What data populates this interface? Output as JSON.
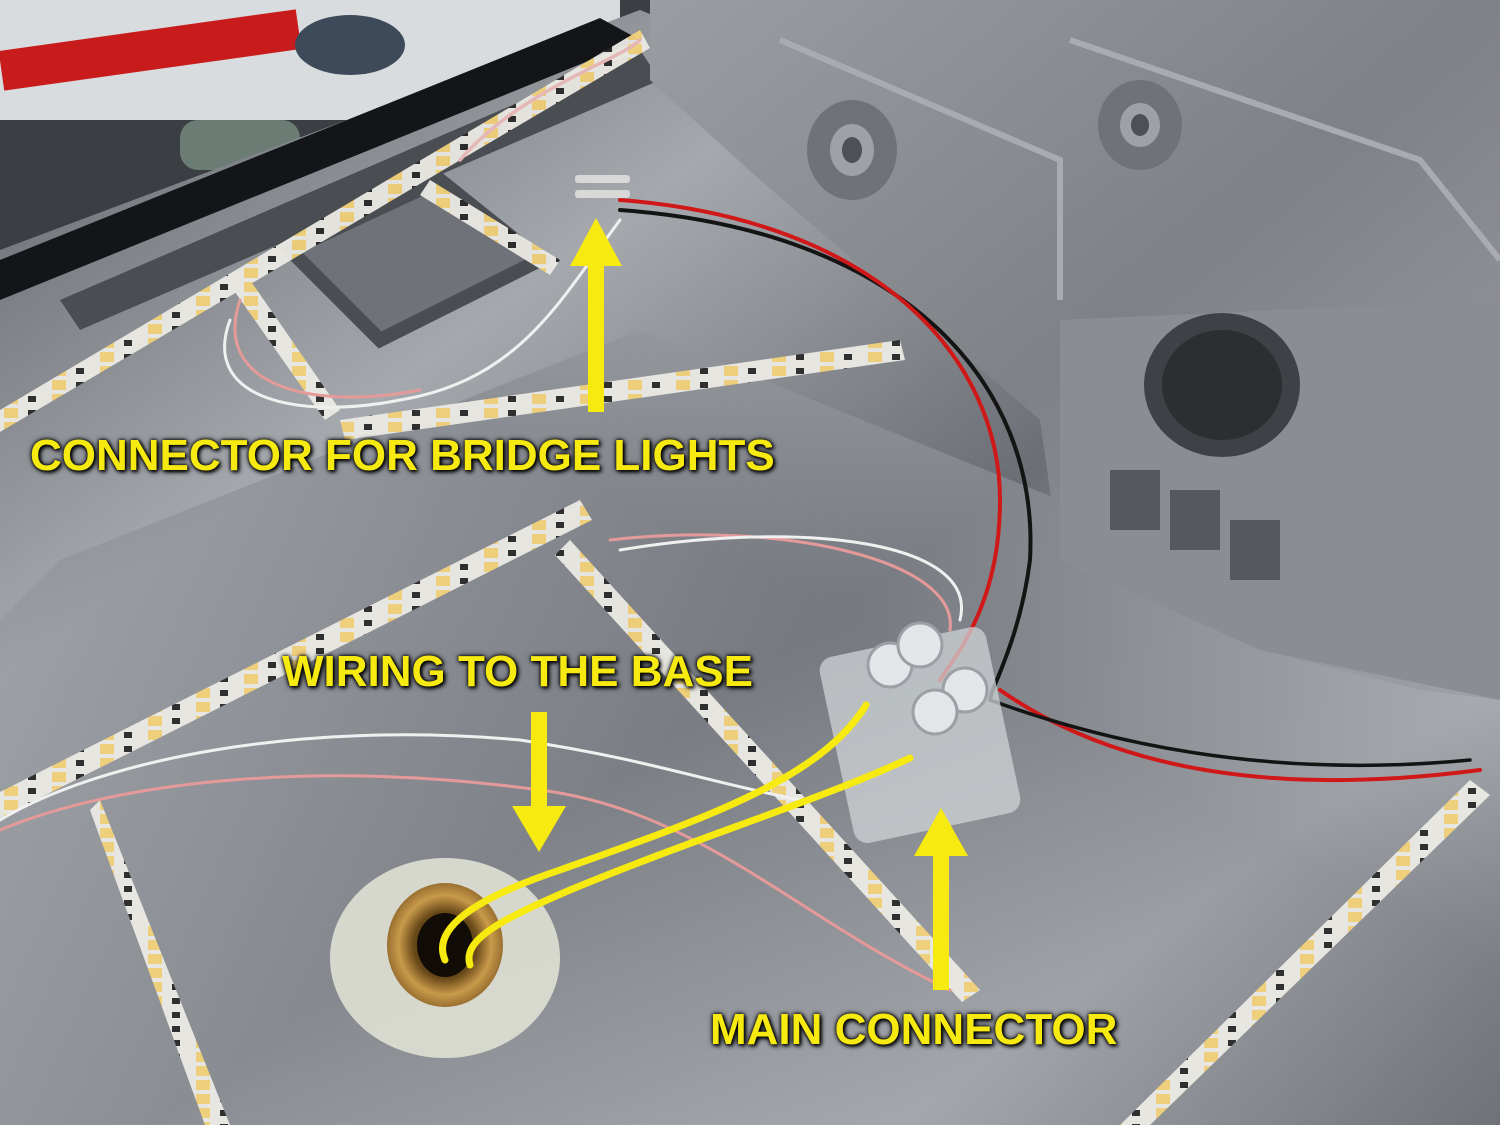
{
  "annotations": {
    "bridge_connector": "CONNECTOR FOR BRIDGE LIGHTS",
    "wiring_to_base": "WIRING TO THE BASE",
    "main_connector": "MAIN CONNECTOR"
  },
  "colors": {
    "annotation_yellow": "#f7ea10",
    "foil_silver": "#9a9ea4",
    "plastic_gray": "#8c8f94",
    "led_yellow": "#f4dc8a",
    "wire_red": "#d01818",
    "wire_black": "#141414"
  }
}
